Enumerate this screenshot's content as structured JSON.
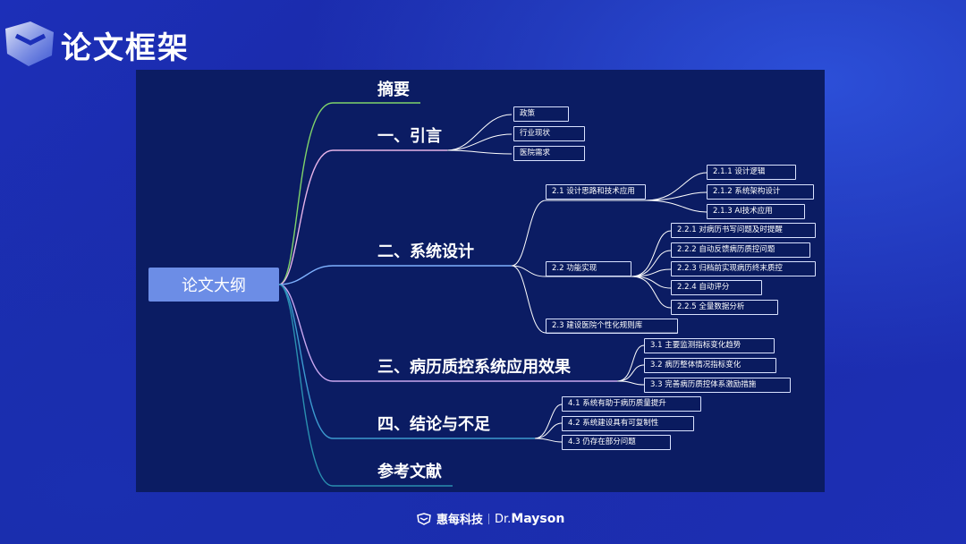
{
  "header": {
    "title": "论文框架"
  },
  "root": {
    "label": "论文大纲"
  },
  "sections": [
    {
      "label": "摘要"
    },
    {
      "label": "一、引言",
      "items": [
        "政策",
        "行业现状",
        "医院需求"
      ]
    },
    {
      "label": "二、系统设计",
      "subsections": [
        {
          "label": "2.1 设计思路和技术应用",
          "items": [
            "2.1.1 设计逻辑",
            "2.1.2 系统架构设计",
            "2.1.3 AI技术应用"
          ]
        },
        {
          "label": "2.2 功能实现",
          "items": [
            "2.2.1 对病历书写问题及时提醒",
            "2.2.2 自动反馈病历质控问题",
            "2.2.3 归档前实现病历终末质控",
            "2.2.4 自动评分",
            "2.2.5 全量数据分析"
          ]
        },
        {
          "label": "2.3 建设医院个性化规则库"
        }
      ]
    },
    {
      "label": "三、病历质控系统应用效果",
      "items": [
        "3.1 主要监测指标变化趋势",
        "3.2 病历整体情况指标变化",
        "3.3 完善病历质控体系激励措施"
      ]
    },
    {
      "label": "四、结论与不足",
      "items": [
        "4.1 系统有助于病历质量提升",
        "4.2 系统建设具有可复制性",
        "4.3 仍存在部分问题"
      ]
    },
    {
      "label": "参考文献"
    }
  ],
  "footer": {
    "brand": "惠每科技",
    "partner_prefix": "Dr.",
    "partner_name": "Mayson"
  },
  "colors": {
    "background": "#1c2fb8",
    "panel": "#0b1c63",
    "root_node": "#6c8de6",
    "branch_green": "#7fd36a",
    "branch_pink": "#e6b3e8",
    "branch_blue": "#7fb2ff",
    "branch_teal": "#2a8fb0"
  }
}
